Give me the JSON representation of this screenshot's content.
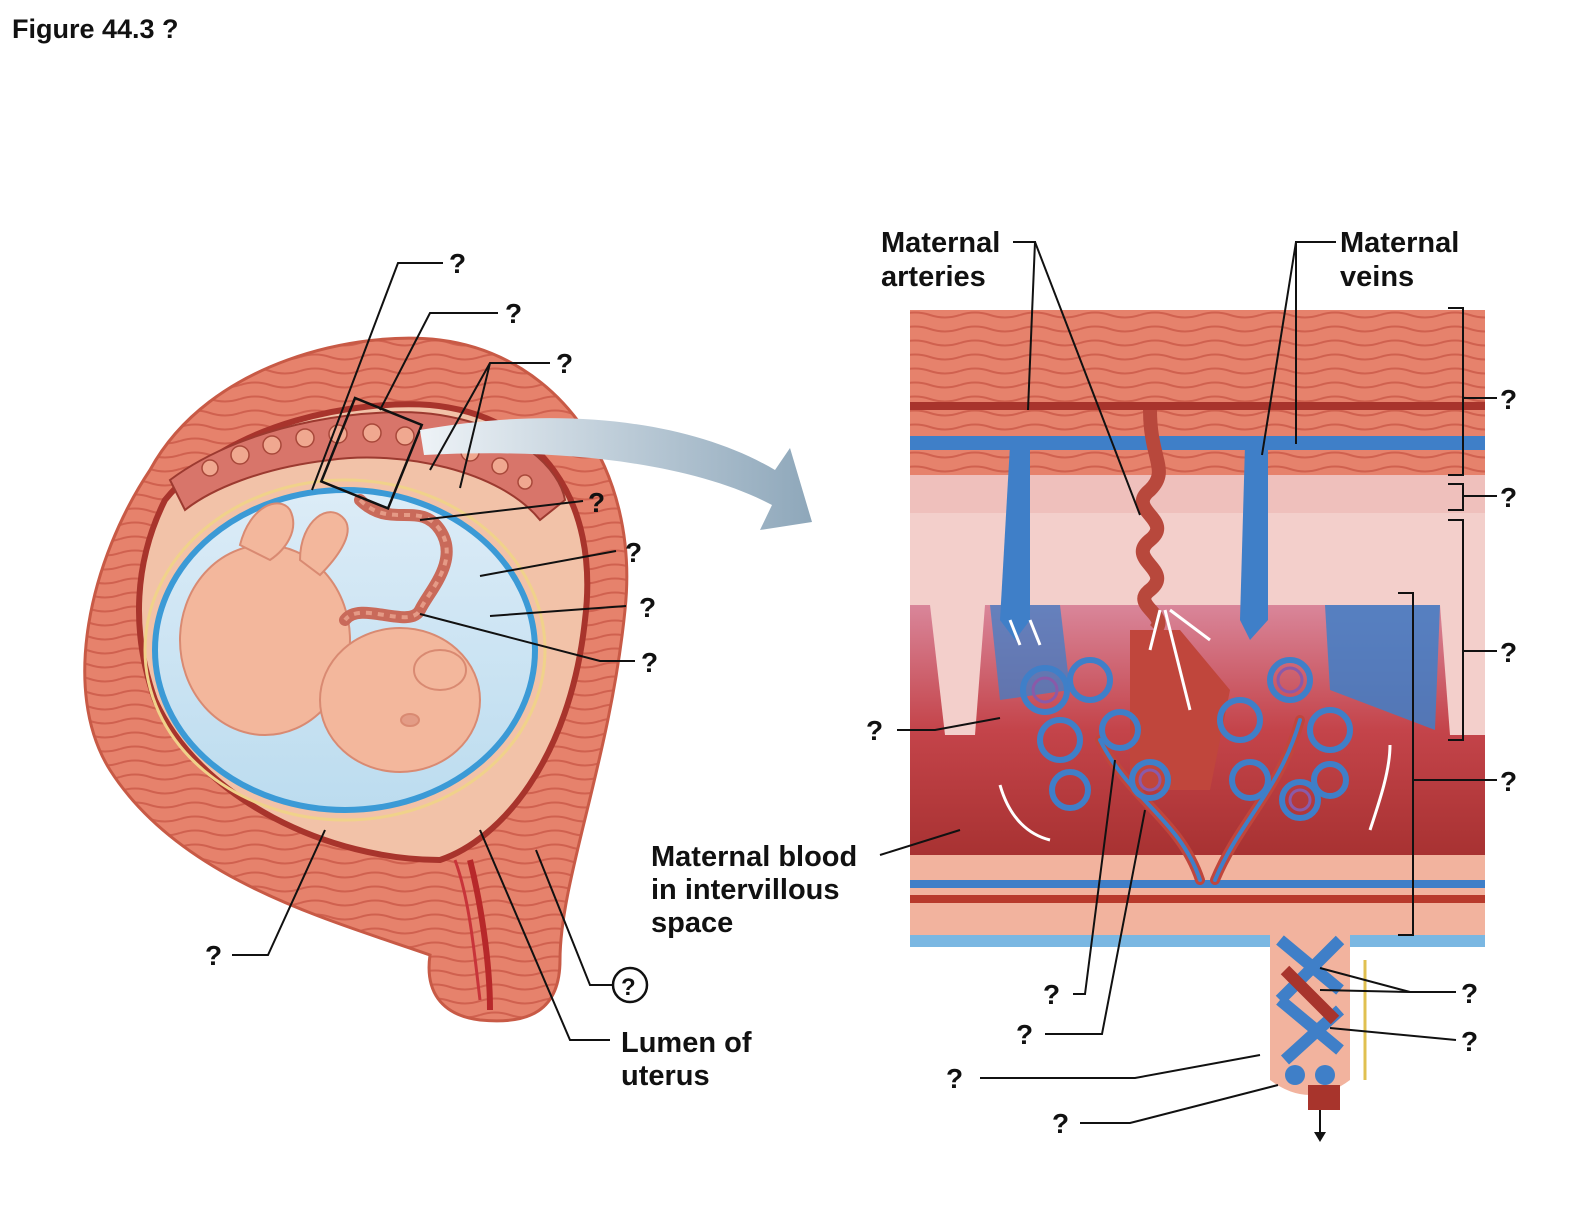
{
  "figure_title": "Figure 44.3  ?",
  "labels": {
    "maternal_arteries": [
      "Maternal",
      "arteries"
    ],
    "maternal_veins": [
      "Maternal",
      "veins"
    ],
    "maternal_blood": [
      "Maternal blood",
      "in intervillous",
      "space"
    ],
    "lumen_of_uterus": [
      "Lumen of",
      "uterus"
    ],
    "unknown": "?"
  },
  "colors": {
    "uterine_wall": "#e8826c",
    "uterine_wall_dark": "#c95a46",
    "amniotic_fluid": "#cfe5f3",
    "amnion_blue": "#3b9ad6",
    "maternal_artery_red": "#b83a2c",
    "vein_blue": "#3f7fc8",
    "arrow_gray": "#9eb3c4"
  }
}
